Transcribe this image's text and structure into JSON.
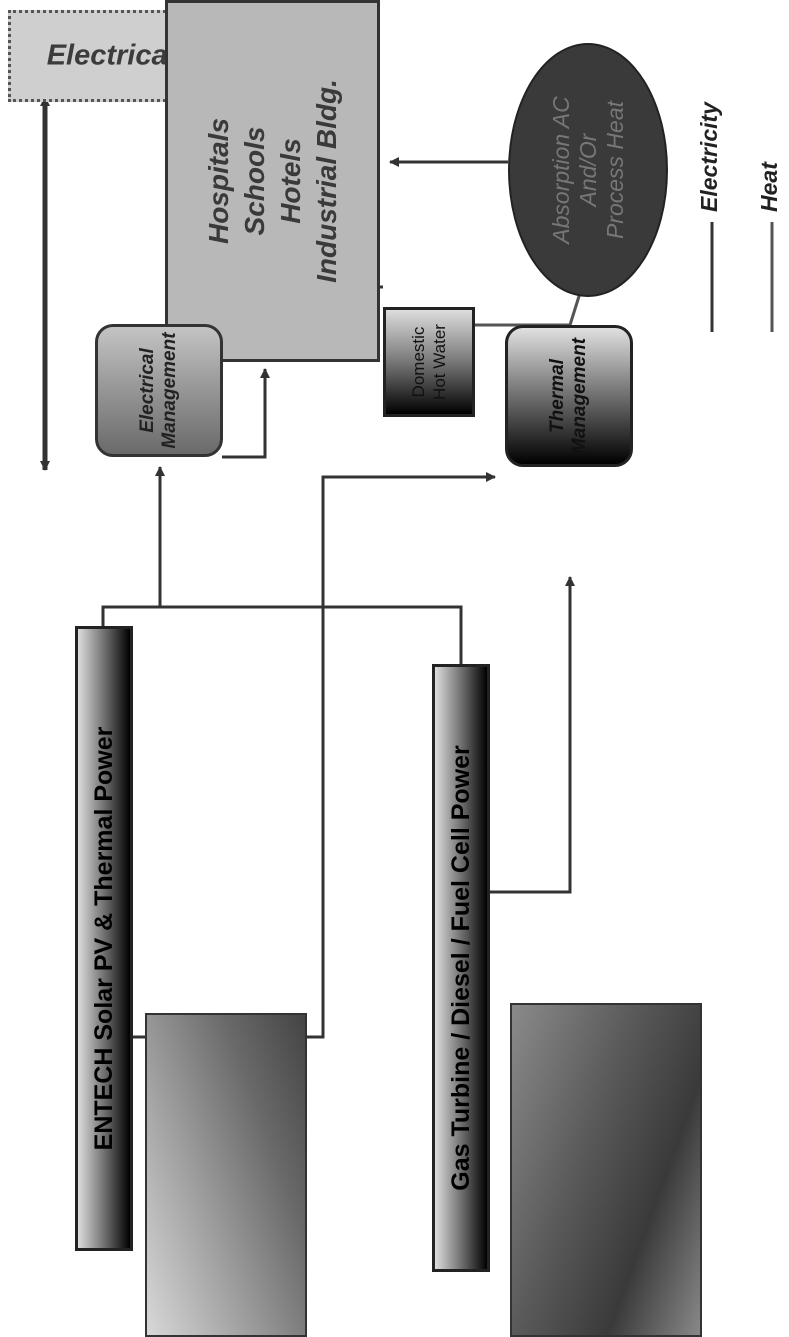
{
  "nodes": {
    "electrical_utility": "Electrical Utility",
    "buildings": "Hospitals\nSchools\nHotels\nIndustrial Bldg.",
    "electrical_management": "Electrical\nManagement",
    "thermal_management": "Thermal\nManagement",
    "domestic_hot_water": "Domestic\nHot Water",
    "absorption": "Absorption AC\nAnd/Or\nProcess Heat",
    "solar_source": "ENTECH Solar PV & Thermal Power",
    "gas_source": "Gas Turbine / Diesel / Fuel Cell Power"
  },
  "legend": {
    "electricity": "Electricity",
    "heat": "Heat"
  },
  "colors": {
    "electricity_line": "#333333",
    "heat_line": "#555555"
  }
}
